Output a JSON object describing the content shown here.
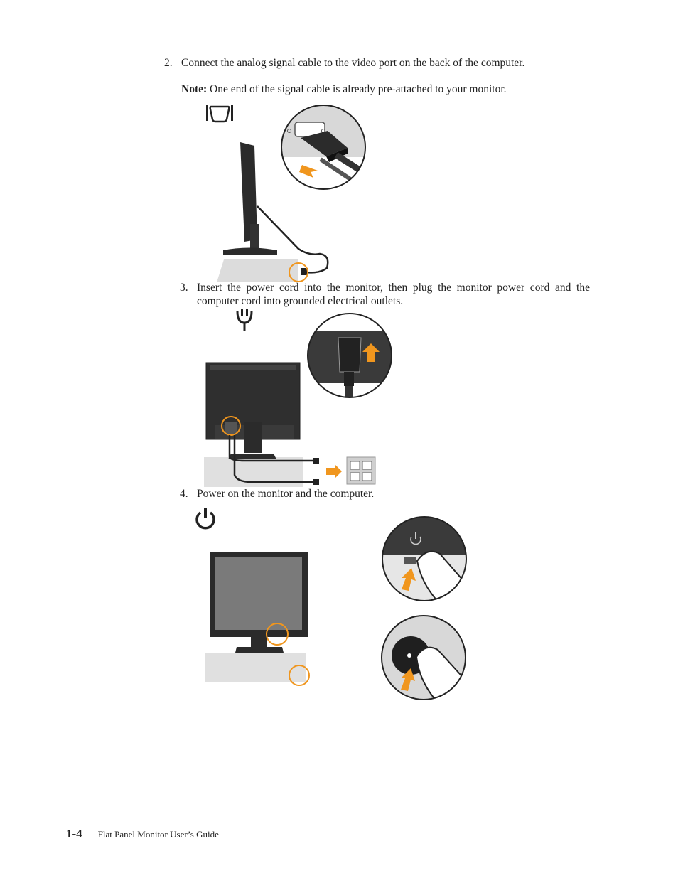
{
  "steps": [
    {
      "number": "2.",
      "text": "Connect the analog signal cable to the video port on the back of the computer."
    },
    {
      "number": "3.",
      "text": "Insert the power cord into the monitor, then plug the monitor power cord and the computer cord into grounded electrical outlets."
    },
    {
      "number": "4.",
      "text": "Power on the monitor and the computer."
    }
  ],
  "note": {
    "label": "Note:",
    "text": "One end of the signal cable is already pre-attached to your monitor."
  },
  "icons": [
    "vga-port-icon",
    "power-plug-icon",
    "power-button-icon"
  ],
  "colors": {
    "accent": "#f0961e",
    "device": "#2b2b2b",
    "screen": "#7a7a7a",
    "background-gray": "#d8d8d8"
  },
  "footer": {
    "page_number": "1-4",
    "title": "Flat Panel Monitor User’s Guide"
  }
}
